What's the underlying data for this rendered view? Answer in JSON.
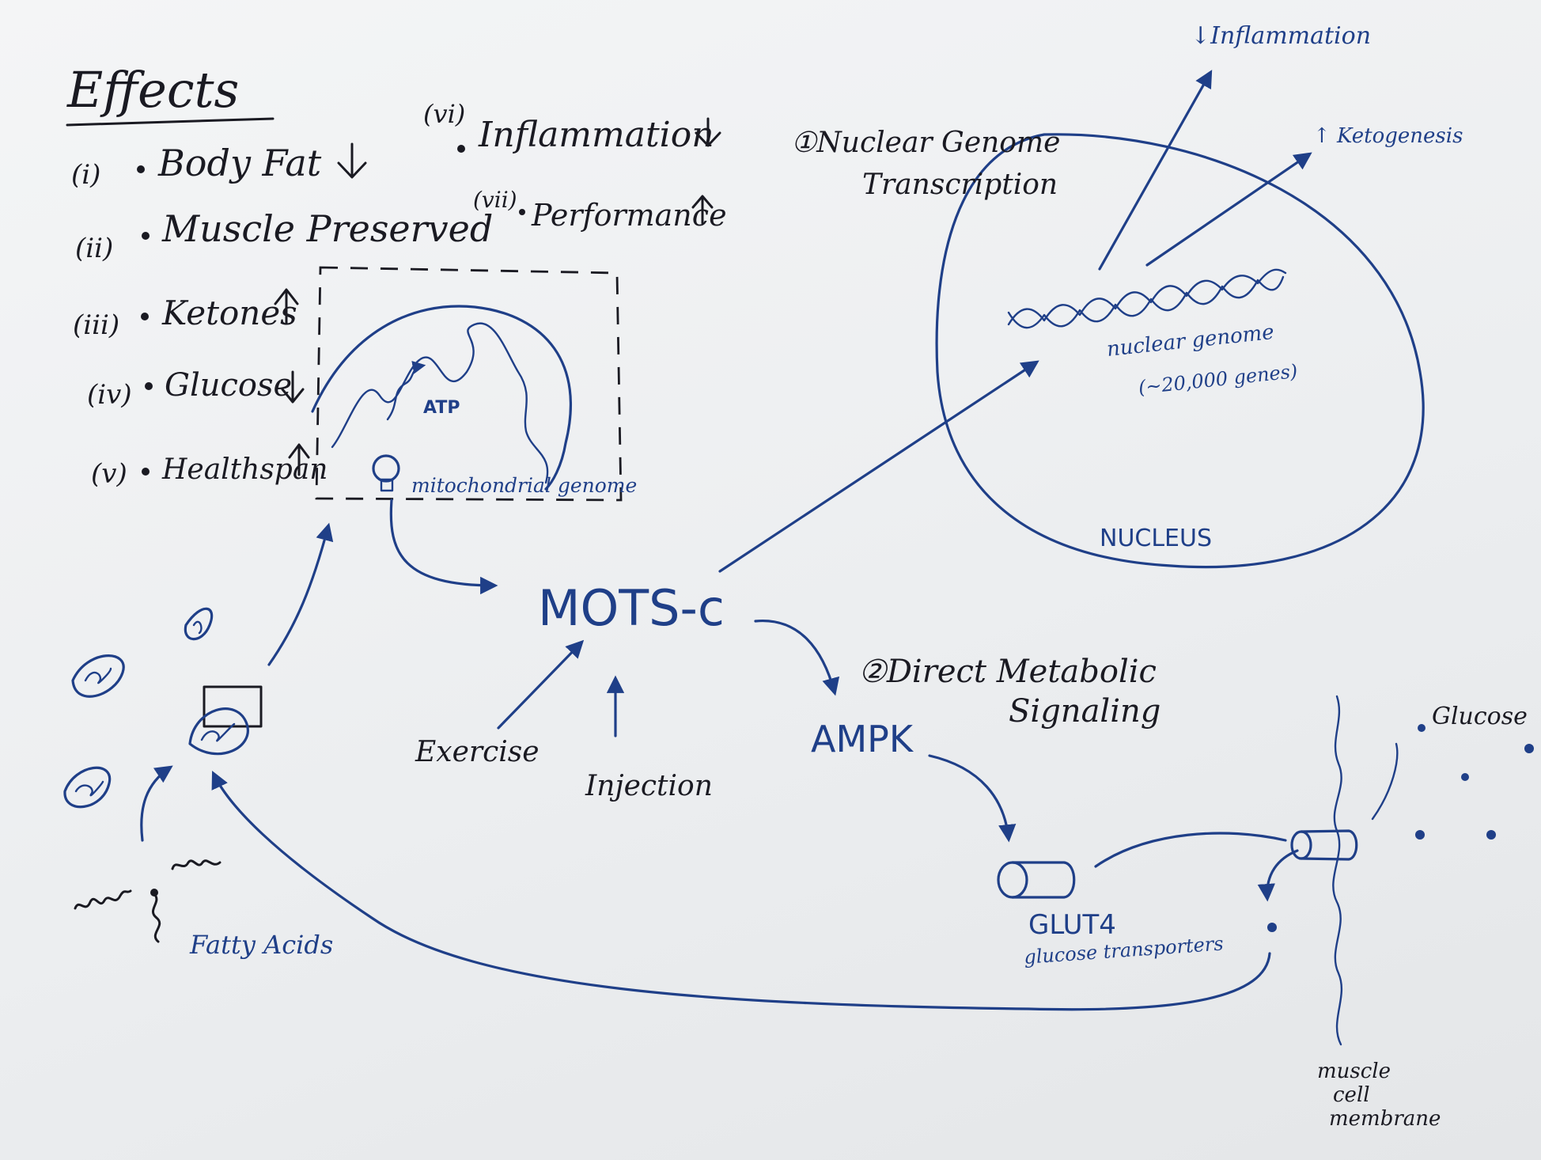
{
  "effects": {
    "title": "Effects",
    "items": [
      {
        "num": "(i)",
        "text": "Body Fat",
        "arrow": "down"
      },
      {
        "num": "(ii)",
        "text": "Muscle Preserved",
        "arrow": ""
      },
      {
        "num": "(iii)",
        "text": "Ketones",
        "arrow": "up"
      },
      {
        "num": "(iv)",
        "text": "Glucose",
        "arrow": "down"
      },
      {
        "num": "(v)",
        "text": "Healthspan",
        "arrow": "up"
      },
      {
        "num": "(vi)",
        "text": "Inflammation",
        "arrow": "down"
      },
      {
        "num": "(vii)",
        "text": "Performance",
        "arrow": "up"
      }
    ]
  },
  "mito": {
    "atp": "ATP",
    "genome": "mitochondrial genome"
  },
  "nuclear": {
    "heading_line1": "①Nuclear Genome",
    "heading_line2": "Transcription",
    "inflammation": "↓Inflammation",
    "ketogenesis": "↑ Ketogenesis",
    "genome_label": "nuclear genome",
    "genes": "(~20,000 genes)",
    "nucleus": "NUCLEUS"
  },
  "center": {
    "mots": "MOTS-c",
    "exercise": "Exercise",
    "injection": "Injection"
  },
  "metabolic": {
    "heading_line1": "②Direct Metabolic",
    "heading_line2": "Signaling",
    "ampk": "AMPK",
    "glut4": "GLUT4",
    "glut4_sub": "glucose transporters"
  },
  "right": {
    "glucose": "Glucose",
    "membrane_line1": "muscle",
    "membrane_line2": "cell",
    "membrane_line3": "membrane"
  },
  "left": {
    "fatty_acids": "Fatty Acids"
  }
}
